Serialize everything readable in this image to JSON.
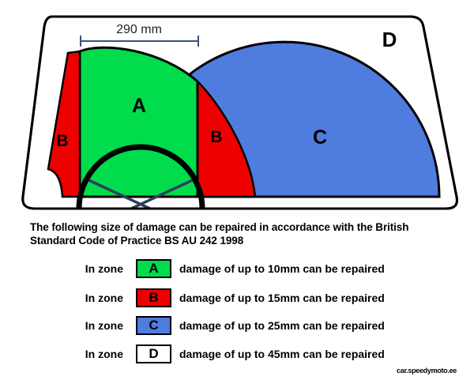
{
  "diagram": {
    "dimension_label": "290 mm",
    "zone_labels": {
      "a": "A",
      "b_left": "B",
      "b_right": "B",
      "c": "C",
      "d": "D"
    },
    "colors": {
      "zone_a": "#00DC4B",
      "zone_b": "#EE0000",
      "zone_c": "#4E7CDF",
      "zone_d": "#FFFFFF",
      "outline": "#000000",
      "dimension_line": "#3D5174",
      "spoke": "#2C3F5C"
    }
  },
  "description": {
    "line1": "The following size of damage can be repaired in accordance with the British",
    "line2": "Standard Code of Practice BS AU 242 1998"
  },
  "legend": {
    "prefix": "In zone",
    "rows": [
      {
        "zone": "A",
        "color": "#00DC4B",
        "text": "damage of up to 10mm can be repaired"
      },
      {
        "zone": "B",
        "color": "#EE0000",
        "text": "damage of up to 15mm can be repaired"
      },
      {
        "zone": "C",
        "color": "#4E7CDF",
        "text": "damage of up to 25mm can be repaired"
      },
      {
        "zone": "D",
        "color": "#FFFFFF",
        "text": "damage of up to 45mm can be repaired"
      }
    ]
  },
  "watermark": "car.speedymoto.ee"
}
